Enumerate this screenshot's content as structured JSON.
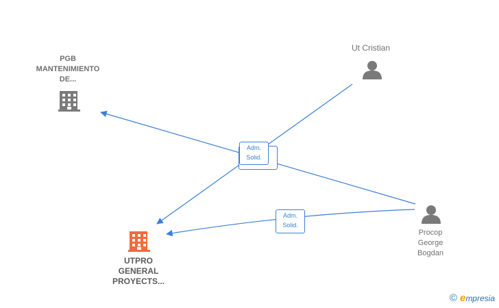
{
  "nodes": {
    "pgb": {
      "label_lines": [
        "PGB",
        "MANTENIMIENTO",
        "DE..."
      ],
      "icon": "building-icon",
      "color": "#7a7a7a"
    },
    "utpro": {
      "label_lines": [
        "UTPRO",
        "GENERAL",
        "PROYECTS..."
      ],
      "icon": "building-icon",
      "color": "#f26a3d"
    },
    "ut_cristian": {
      "label_lines": [
        "Ut Cristian"
      ],
      "icon": "person-icon",
      "color": "#7a7a7a"
    },
    "procop": {
      "label_lines": [
        "Procop",
        "George",
        "Bogdan"
      ],
      "icon": "person-icon",
      "color": "#7a7a7a"
    }
  },
  "relations": {
    "center_front": {
      "lines": [
        "Adm.",
        "Solid."
      ]
    },
    "center_back": {
      "lines": [
        "Adm.",
        "Solid."
      ]
    },
    "bottom": {
      "lines": [
        "Adm.",
        "Solid."
      ]
    }
  },
  "edge_color": "#3a7fd5",
  "footer": {
    "copyright": "©",
    "brand_initial": "e",
    "brand_rest": "mpresia"
  }
}
